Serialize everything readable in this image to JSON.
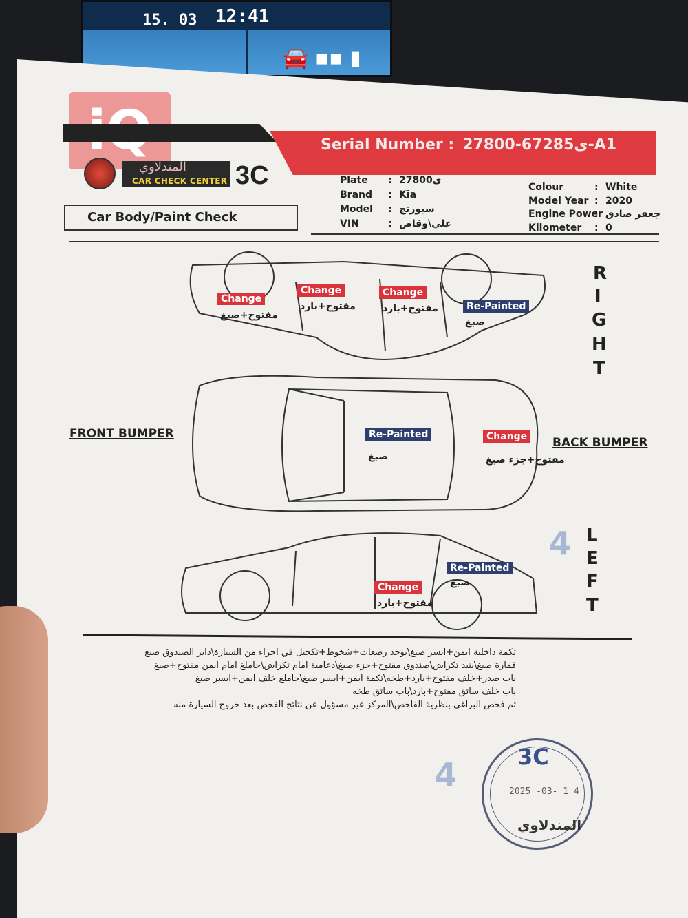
{
  "screen": {
    "date": "15. 03",
    "time": "12:41"
  },
  "watermark": "iQ",
  "header": {
    "serial_label": "Serial Number :",
    "serial_value": "ى67285-27800-A1",
    "logo_ar": "المندلاوي",
    "logo_en": "CAR CHECK CENTER",
    "logo_code": "3C",
    "section_title": "Car Body/Paint Check"
  },
  "vehicle": [
    {
      "k": "Plate",
      "v": "ى27800"
    },
    {
      "k": "Brand",
      "v": "Kia"
    },
    {
      "k": "Model",
      "v": "سبورتج"
    },
    {
      "k": "VIN",
      "v": "علي\\وقاص"
    }
  ],
  "vehicle2": [
    {
      "k": "Colour",
      "v": "White"
    },
    {
      "k": "Model Year",
      "v": "2020"
    },
    {
      "k": "Engine Power",
      "v": "جعفر صادق"
    },
    {
      "k": "Kilometer",
      "v": "0"
    }
  ],
  "labels": {
    "change": "Change",
    "repainted": "Re-Painted",
    "front_bumper": "FRONT BUMPER",
    "back_bumper": "BACK BUMPER",
    "right": [
      "R",
      "I",
      "G",
      "H",
      "T"
    ],
    "left": [
      "L",
      "E",
      "F",
      "T"
    ]
  },
  "marks": {
    "r1": "مفتوح+صبغ",
    "r2": "مفتوح+بارد",
    "r3": "مفتوح+بارد",
    "r4": "صبغ",
    "t1": "صبغ",
    "t2": "مفتوح+جزء صبغ",
    "l1": "صبغ",
    "l2": "مفتوح+بارد"
  },
  "stamp_digit": "4",
  "notes": [
    "تكمة داخلية ايمن+ايسر صبغ\\يوجد رصعات+شخوط+تكحيل في اجزاء من السيارة\\داير الصندوق صبغ",
    "قمارة صبغ\\بنيد تكراش\\صندوق مفتوح+جزء صبغ\\دعامية امام تكراش\\جاملغ امام ايمن مفتوح+صبغ",
    "باب صدر+خلف مفتوح+بارد+طخه\\تكمة ايمن+ايسر صبغ\\جاملغ خلف ايمن+ايسر صبغ",
    "باب خلف سائق مفتوح+بارد\\باب سائق طخه",
    "تم فحص البراغي بنظرية الفاحص\\المركز غير مسؤول عن نتائج الفحص بعد خروج السيارة منه"
  ],
  "stamp": {
    "code": "3C",
    "date": "2025 -03- 1 4",
    "name": "المندلاوي"
  }
}
